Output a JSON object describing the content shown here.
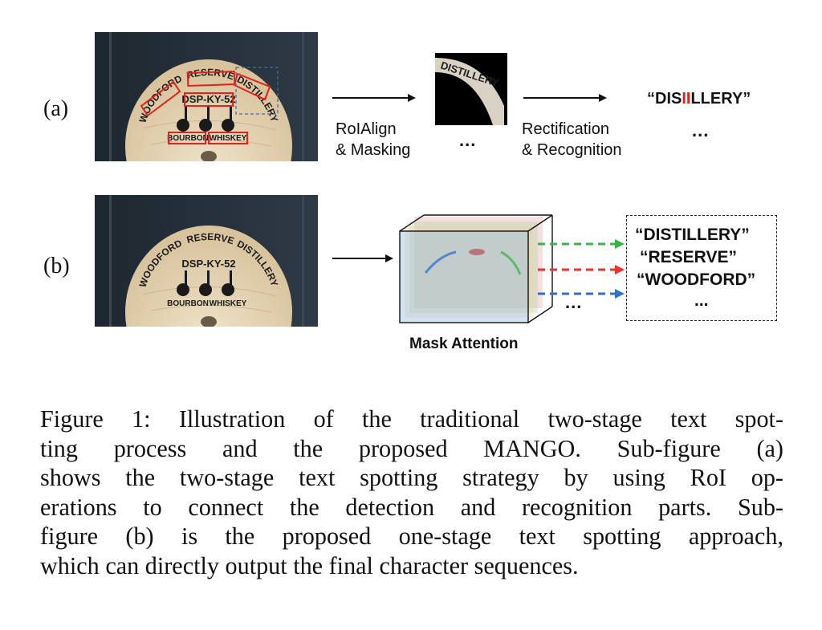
{
  "figure": {
    "row_a": {
      "label": "(a)",
      "photo_text": {
        "arc_left": "WOODFORD",
        "arc_mid": "RESERVE",
        "arc_right": "DISTILLERY",
        "line2": "DSP-KY-52",
        "bottom_left": "BOURBON",
        "bottom_right": "WHISKEY"
      },
      "crop_text": "DISTILLERY",
      "op1_line1": "RoIAlign",
      "op1_line2": "& Masking",
      "op2_line1": "Rectification",
      "op2_line2": "& Recognition",
      "ellipsis_crop": "...",
      "ellipsis_result": "...",
      "result_open": "“",
      "result_pre": "DIS",
      "result_err": "II",
      "result_post": "LLERY”",
      "result_err_color": "#e0231c"
    },
    "row_b": {
      "label": "(b)",
      "photo_text": {
        "arc_left": "WOODFORD",
        "arc_mid": "RESERVE",
        "arc_right": "DISTILLERY",
        "line2": "DSP-KY-52",
        "bottom_left": "BOURBON",
        "bottom_right": "WHISKEY"
      },
      "mask_label": "Mask Attention",
      "ellipsis": "...",
      "outputs": [
        "“DISTILLERY”",
        "“RESERVE”",
        "“WOODFORD”",
        "..."
      ],
      "arrow_colors": [
        "#3cb34a",
        "#e8332f",
        "#2f6fd0"
      ]
    }
  },
  "caption": {
    "lines": [
      "Figure 1: Illustration of the traditional two-stage text spot-",
      "ting process and the proposed MANGO. Sub-figure (a)",
      "shows the two-stage text spotting strategy by using RoI op-",
      "erations to connect the detection and recognition parts. Sub-",
      "figure (b) is the proposed one-stage text spotting approach,",
      "which can directly output the final character sequences."
    ]
  }
}
